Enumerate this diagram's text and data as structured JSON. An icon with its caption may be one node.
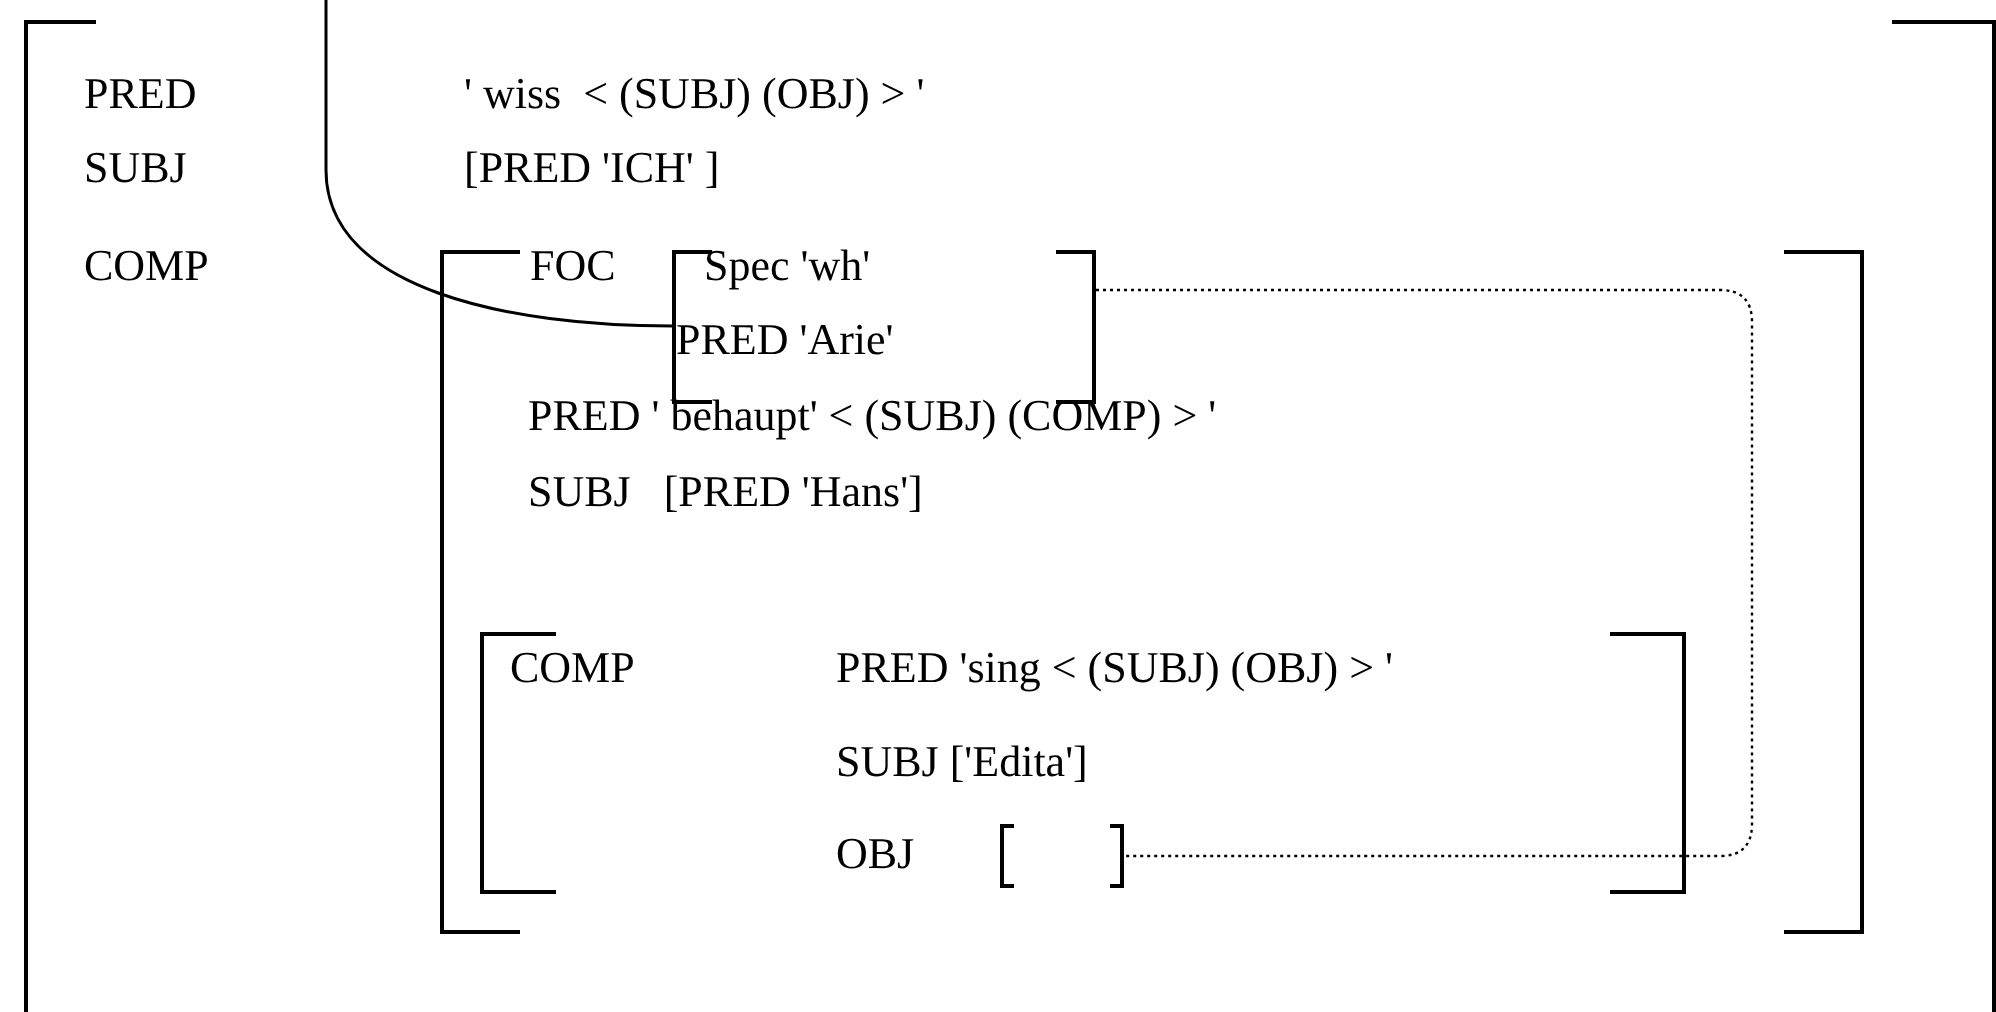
{
  "diagram": {
    "nodes": [
      {
        "text": [
          "PRED",
          "' wiss  < (SUBJ) (OBJ) > '",
          "SUBJ",
          "[PRED 'ICH' ]",
          "COMP"
        ]
      },
      {
        "text": [
          "FOC",
          "PRED ' behaupt' < (SUBJ) (COMP) > '",
          "SUBJ   [PRED 'Hans']"
        ],
        "in": 0
      },
      {
        "text": [
          "Spec 'wh'",
          "PRED 'Arie'"
        ],
        "in": 1
      },
      {
        "text": [
          "COMP",
          "PRED 'sing < (SUBJ) (OBJ) > '",
          "SUBJ ['Edita']",
          "OBJ"
        ],
        "in": 1
      },
      {
        "text": [],
        "shape": "box",
        "in": 3
      }
    ],
    "edges": [
      {
        "from": null,
        "to": 2,
        "arrow": "none"
      },
      {
        "from": 2,
        "to": 4,
        "arrow": "none",
        "style": "dashed"
      }
    ]
  }
}
